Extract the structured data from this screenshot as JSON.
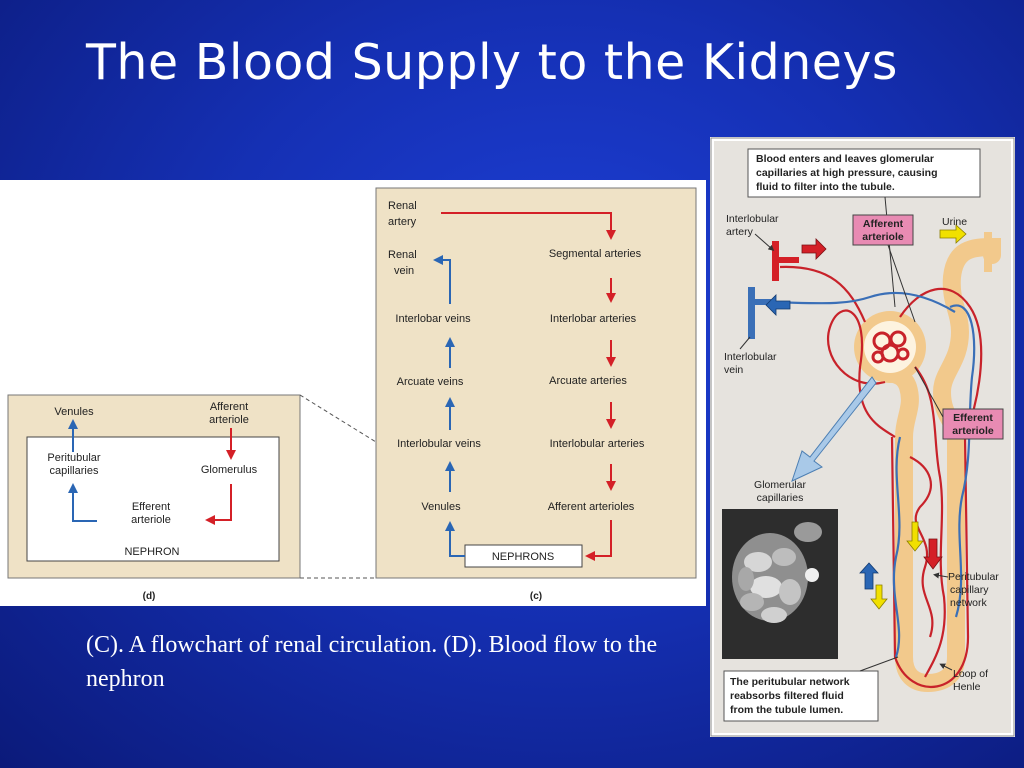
{
  "slide": {
    "title": "The Blood Supply to the Kidneys",
    "caption": "(C). A flowchart of renal circulation. (D). Blood flow to the nephron"
  },
  "panel_d": {
    "venules": "Venules",
    "afferent_1": "Afferent",
    "afferent_2": "arteriole",
    "peritubular_1": "Peritubular",
    "peritubular_2": "capillaries",
    "glomerulus": "Glomerulus",
    "efferent_1": "Efferent",
    "efferent_2": "arteriole",
    "nephron": "NEPHRON",
    "label": "(d)"
  },
  "panel_c": {
    "renal_artery_1": "Renal",
    "renal_artery_2": "artery",
    "renal_vein_1": "Renal",
    "renal_vein_2": "vein",
    "segmental": "Segmental arteries",
    "interlobar_veins": "Interlobar veins",
    "interlobar_arteries": "Interlobar arteries",
    "arcuate_veins": "Arcuate veins",
    "arcuate_arteries": "Arcuate arteries",
    "interlobular_veins": "Interlobular veins",
    "interlobular_arteries": "Interlobular arteries",
    "venules": "Venules",
    "afferent_arterioles": "Afferent arterioles",
    "nephrons": "NEPHRONS",
    "label": "(c)"
  },
  "nephron_figure": {
    "callout_top_1": "Blood enters and leaves glomerular",
    "callout_top_2": "capillaries at high pressure, causing",
    "callout_top_3": "fluid to filter into the tubule.",
    "interlobular_artery_1": "Interlobular",
    "interlobular_artery_2": "artery",
    "afferent_1": "Afferent",
    "afferent_2": "arteriole",
    "urine": "Urine",
    "interlobular_vein_1": "Interlobular",
    "interlobular_vein_2": "vein",
    "efferent_1": "Efferent",
    "efferent_2": "arteriole",
    "glomerular_1": "Glomerular",
    "glomerular_2": "capillaries",
    "peritubular_1": "Peritubular",
    "peritubular_2": "capillary",
    "peritubular_3": "network",
    "loop_1": "Loop of",
    "loop_2": "Henle",
    "callout_bottom_1": "The peritubular network",
    "callout_bottom_2": "reabsorbs filtered fluid",
    "callout_bottom_3": "from the tubule lumen."
  },
  "colors": {
    "artery": "#d42027",
    "vein": "#2a66b4",
    "panel": "#efe2c6",
    "tubule": "#f2c98c",
    "pink_label": "#e88bb3"
  }
}
